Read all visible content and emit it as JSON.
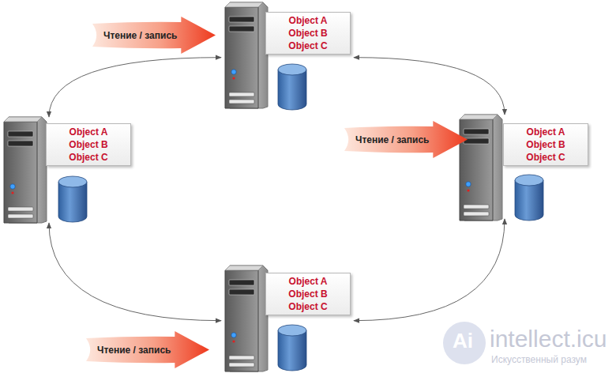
{
  "diagram": {
    "nodes": [
      {
        "text": [
          "Чтение / запись"
        ]
      },
      {
        "text": [
          "Object A",
          "Object B",
          "Object C"
        ]
      },
      {
        "text": [
          "Object A",
          "Object B",
          "Object C"
        ]
      },
      {
        "text": [
          "Чтение / запись"
        ]
      },
      {
        "text": [
          "Object A",
          "Object B",
          "Object C"
        ]
      },
      {
        "text": [
          "Object A",
          "Object B",
          "Object C"
        ]
      },
      {
        "text": [
          "Чтение / запись"
        ]
      }
    ],
    "edges": [
      {
        "from": 1,
        "to": 2,
        "arrow": "both"
      },
      {
        "from": 1,
        "to": 4,
        "arrow": "both"
      },
      {
        "from": 2,
        "to": 5,
        "arrow": "both"
      },
      {
        "from": 4,
        "to": 5,
        "arrow": "both"
      }
    ],
    "labels": [
      "Ai",
      "intellect.icu",
      "Искусственный разум"
    ]
  }
}
